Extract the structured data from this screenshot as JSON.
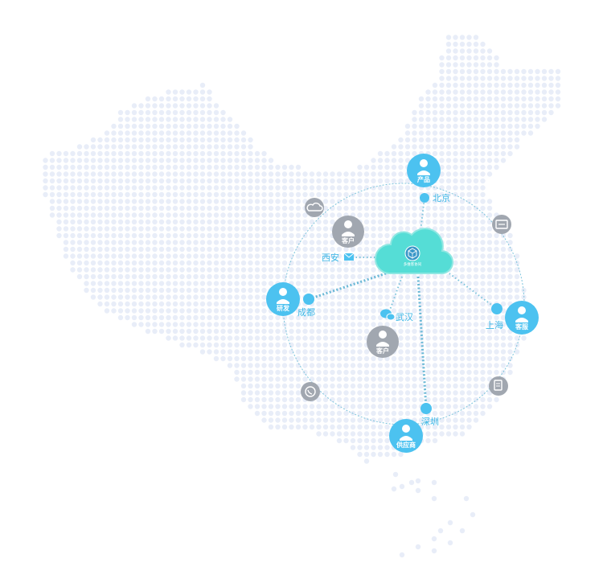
{
  "hub": {
    "label": "多维客协同",
    "icon": "cube-logo-icon"
  },
  "colors": {
    "node_blue": "#4cc2f0",
    "node_gray": "#a1a7b0",
    "hub_cyan": "#55ddd6",
    "dot_map": "#e8edf8",
    "line": "#7ec4dc"
  },
  "nodes": {
    "product": {
      "label": "产品",
      "icon": "person-icon"
    },
    "rd": {
      "label": "研发",
      "icon": "person-icon"
    },
    "service": {
      "label": "客服",
      "icon": "person-icon"
    },
    "supplier": {
      "label": "供应商",
      "icon": "person-icon"
    },
    "client_top": {
      "label": "客户",
      "icon": "person-icon"
    },
    "client_mid": {
      "label": "客户",
      "icon": "person-icon"
    }
  },
  "cities": {
    "beijing": "北京",
    "xian": "西安",
    "chengdu": "成都",
    "wuhan": "武汉",
    "shanghai": "上海",
    "shenzhen": "深圳"
  },
  "channel_icons": [
    "cloud-icon",
    "mail-icon",
    "chat-icon",
    "card-icon",
    "phone-icon",
    "document-icon"
  ]
}
